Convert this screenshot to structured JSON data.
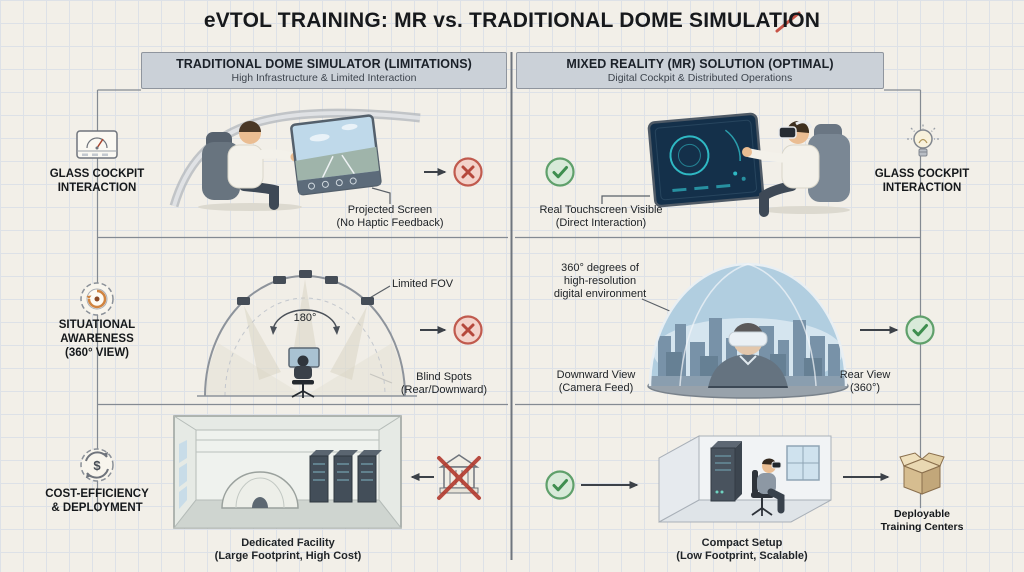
{
  "title": "eVTOL TRAINING: MR vs. TRADITIONAL DOME SIMULATION",
  "headers": {
    "left": {
      "title": "TRADITIONAL DOME SIMULATOR (LIMITATIONS)",
      "subtitle": "High Infrastructure & Limited Interaction"
    },
    "right": {
      "title": "MIXED REALITY (MR) SOLUTION (OPTIMAL)",
      "subtitle": "Digital Cockpit & Distributed Operations"
    }
  },
  "side_labels": {
    "cockpit_left": "GLASS COCKPIT\nINTERACTION",
    "awareness_left": "SITUATIONAL\nAWARENESS\n(360° VIEW)",
    "cost_left": "COST-EFFICIENCY\n& DEPLOYMENT",
    "cockpit_right": "GLASS COCKPIT\nINTERACTION",
    "deploy_right": "Deployable\nTraining Centers"
  },
  "captions": {
    "projected_screen": "Projected Screen\n(No Haptic Feedback)",
    "real_touchscreen": "Real Touchscreen Visible\n(Direct Interaction)",
    "limited_fov": "Limited FOV",
    "angle_180": "180°",
    "blind_spots": "Blind Spots\n(Rear/Downward)",
    "high_res": "360° degrees of\nhigh-resolution\ndigital environment",
    "downward_view": "Downward View\n(Camera Feed)",
    "rear_view": "Rear View\n(360°)",
    "dedicated_facility": "Dedicated Facility\n(Large Footprint, High Cost)",
    "compact_setup": "Compact Setup\n(Low Footprint, Scalable)"
  },
  "assessment": {
    "traditional": {
      "glass_cockpit": "negative",
      "situational_awareness": "negative",
      "cost": "negative"
    },
    "mixed_reality": {
      "glass_cockpit": "positive",
      "situational_awareness": "positive",
      "cost": "positive"
    }
  },
  "icons": {
    "dollar_glyph": "$",
    "left_rail": [
      "cockpit-display-icon",
      "situational-awareness-icon",
      "cost-efficiency-icon"
    ],
    "right_rail": [
      "lightbulb-icon",
      "deployable-box-icon"
    ],
    "positive": "check-circle-icon",
    "negative": "cross-circle-icon",
    "rejected": "crossed-building-icon"
  },
  "colors": {
    "background": "#f2efe8",
    "grid": "#dde1e7",
    "header_fill": "#cbd1d8",
    "header_border": "#8f959e",
    "check_green": "#3e8e4f",
    "check_fill": "#d8ead9",
    "cross_red": "#b5483c",
    "cross_fill": "#f3d3cb",
    "line": "#5a6067",
    "hud_teal": "#2fb9c4",
    "accent_red": "#c0392b"
  }
}
